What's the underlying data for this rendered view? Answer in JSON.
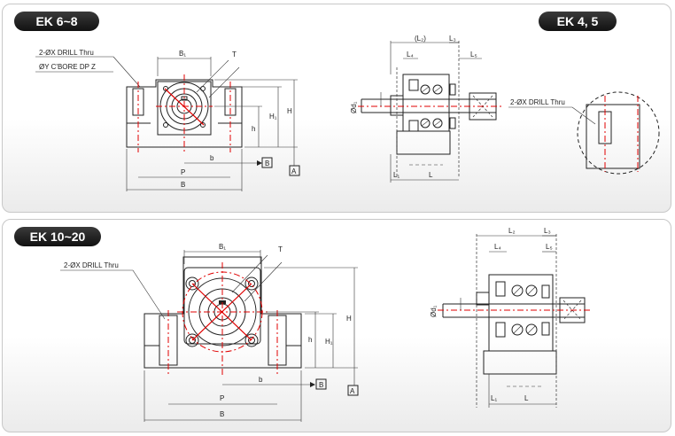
{
  "top": {
    "badge_left": "EK 6~8",
    "badge_right": "EK 4, 5",
    "drill_note": "2-ØX DRILL Thru",
    "cbore_note": "ØY C'BORE DP Z",
    "drill_note_detail": "2-ØX DRILL Thru",
    "labels": {
      "B1": "B₁",
      "T": "T",
      "H": "H",
      "H1": "H₁",
      "h": "h",
      "b": "b",
      "P": "P",
      "B": "B",
      "L2": "(L₂)",
      "L3": "L₃",
      "L4": "L₄",
      "L5": "L₅",
      "L1": "L₁",
      "L": "L",
      "d1": "Ød₁",
      "datumB": "B",
      "datumA": "A"
    }
  },
  "bottom": {
    "badge": "EK 10~20",
    "drill_note": "2-ØX DRILL Thru",
    "labels": {
      "B1": "B₁",
      "T": "T",
      "H": "H",
      "H1": "H₁",
      "h": "h",
      "b": "b",
      "P": "P",
      "B": "B",
      "L2": "L₂",
      "L3": "L₃",
      "L4": "L₄",
      "L5": "L₅",
      "L1": "L₁",
      "L": "L",
      "d1": "Ød₁",
      "datumB": "B",
      "datumA": "A"
    }
  }
}
